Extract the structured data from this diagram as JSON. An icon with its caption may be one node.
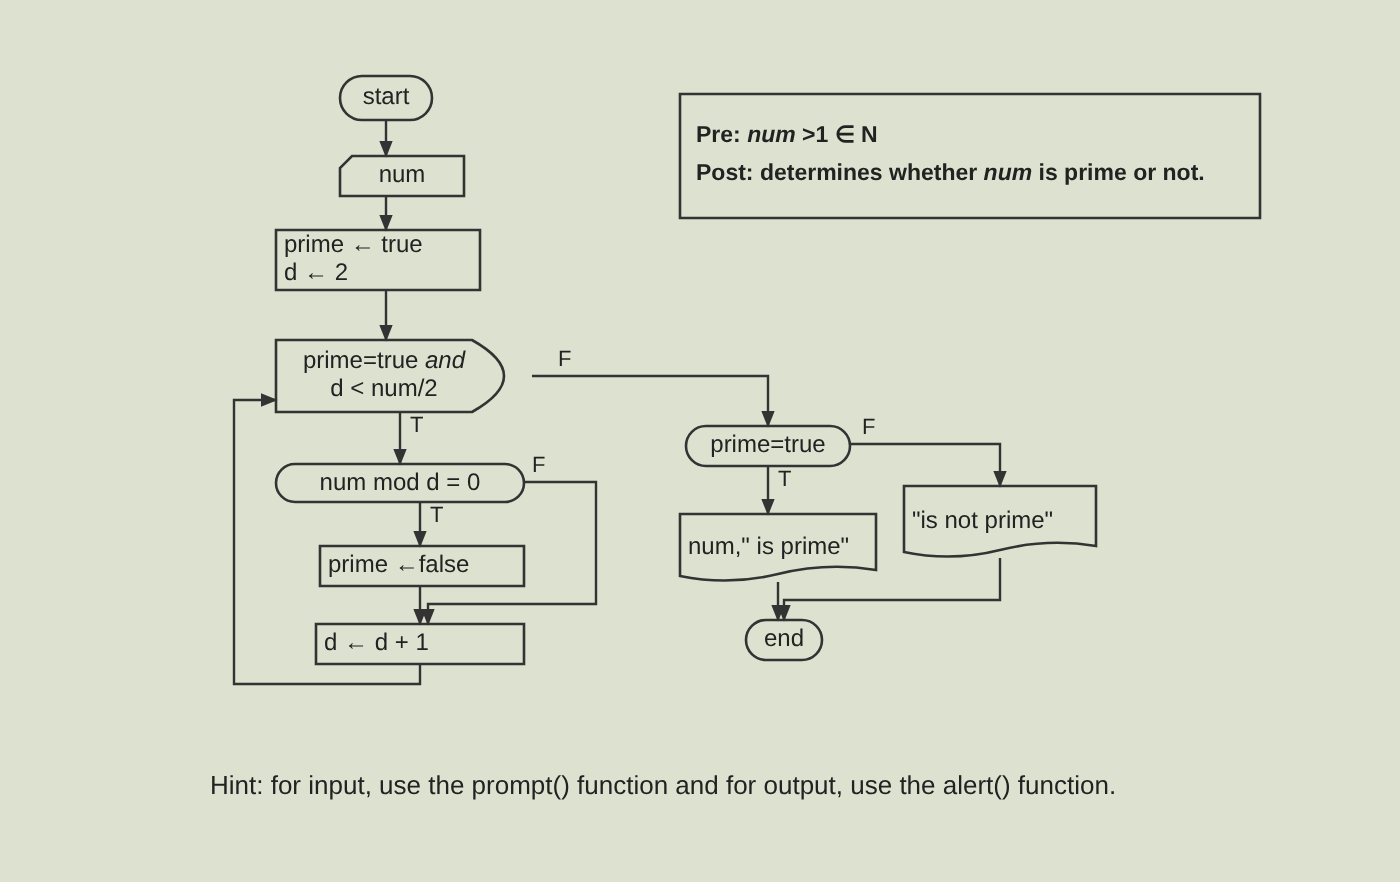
{
  "diagram": {
    "nodes": [
      {
        "text": [
          "start"
        ]
      },
      {
        "text": [
          "num"
        ]
      },
      {
        "text": [
          "prime ← true",
          "d ← 2"
        ]
      },
      {
        "text": [
          "prime=true *and* d < num/2"
        ]
      },
      {
        "text": [
          "num mod d = 0"
        ]
      },
      {
        "text": [
          "prime ←false"
        ]
      },
      {
        "text": [
          "d ← d + 1"
        ]
      },
      {
        "text": [
          "prime=true"
        ]
      },
      {
        "text": [
          "num,\" is prime\""
        ]
      },
      {
        "text": [
          "\"is not prime\""
        ]
      },
      {
        "text": [
          "end"
        ]
      },
      {
        "text": [
          "Pre: *num* >1 ∈ N",
          "Post: determines whether *num* is prime or not."
        ]
      }
    ],
    "edges": [
      {
        "from": 0,
        "to": 1,
        "arrow": "to"
      },
      {
        "from": 1,
        "to": 2,
        "arrow": "to"
      },
      {
        "from": 2,
        "to": 3,
        "arrow": "to"
      },
      {
        "from": 3,
        "to": 4,
        "arrow": "to",
        "label": "T"
      },
      {
        "from": 4,
        "to": 5,
        "arrow": "to",
        "label": "T"
      },
      {
        "from": 5,
        "to": 6,
        "arrow": "to"
      },
      {
        "from": 4,
        "to": 6,
        "arrow": "to",
        "label": "F"
      },
      {
        "from": 6,
        "to": 3,
        "arrow": "to"
      },
      {
        "from": 3,
        "to": 7,
        "arrow": "to",
        "label": "F"
      },
      {
        "from": 7,
        "to": 8,
        "arrow": "to",
        "label": "T"
      },
      {
        "from": 7,
        "to": 9,
        "arrow": "to",
        "label": "F"
      },
      {
        "from": 8,
        "to": 10,
        "arrow": "to"
      },
      {
        "from": 9,
        "to": 10,
        "arrow": "to"
      }
    ],
    "labels": [
      "Hint: for input, use the prompt() function and for output, use the alert() function."
    ]
  }
}
